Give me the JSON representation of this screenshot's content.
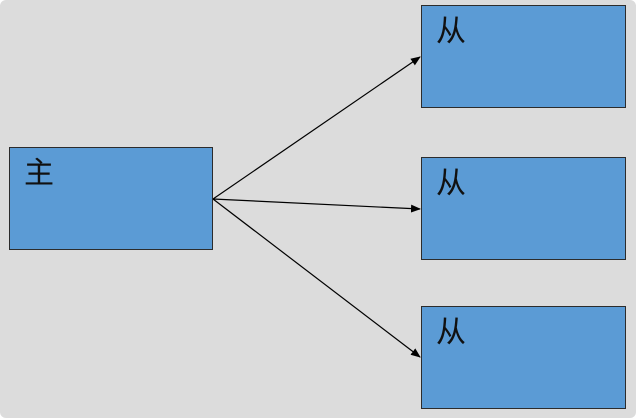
{
  "diagram": {
    "colors": {
      "background": "#dcdcdc",
      "node_fill": "#5b9bd5",
      "node_border": "#2c2c2c",
      "arrow": "#000000"
    },
    "master": {
      "label": "主"
    },
    "slaves": [
      {
        "label": "从"
      },
      {
        "label": "从"
      },
      {
        "label": "从"
      }
    ],
    "edges": [
      {
        "from": "master",
        "to": "slave-1"
      },
      {
        "from": "master",
        "to": "slave-2"
      },
      {
        "from": "master",
        "to": "slave-3"
      }
    ]
  }
}
